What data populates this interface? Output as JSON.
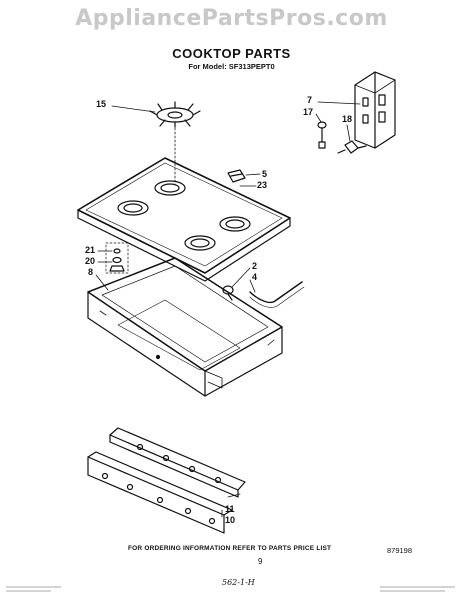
{
  "watermark": "AppliancePartsPros.com",
  "header": {
    "title": "COOKTOP PARTS",
    "subtitle": "For Model: SF313PEPT0"
  },
  "callouts": {
    "c15": "15",
    "c7": "7",
    "c17": "17",
    "c18": "18",
    "c5": "5",
    "c23": "23",
    "c21": "21",
    "c20": "20",
    "c8": "8",
    "c2": "2",
    "c4": "4",
    "c11": "11",
    "c10": "10"
  },
  "footer": {
    "order_note": "FOR ORDERING INFORMATION REFER TO PARTS PRICE LIST",
    "page_number": "9",
    "doc_code": "879198",
    "handwritten": "562-1-H"
  }
}
